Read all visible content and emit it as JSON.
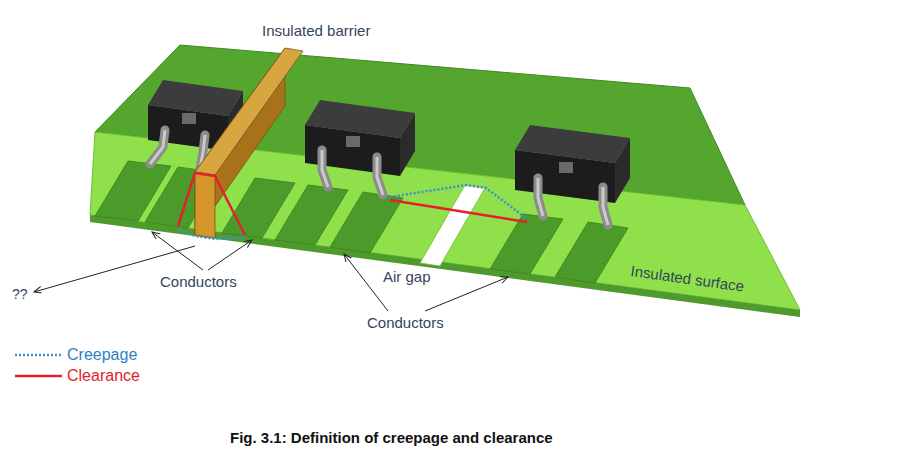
{
  "diagram": {
    "caption": "Fig. 3.1: Definition of creepage and clearance",
    "labels": [
      "Insulated barrier",
      "??",
      "Conductors",
      "Air gap",
      "Conductors",
      "Insulated surface"
    ],
    "legend": [
      {
        "text": "Creepage"
      },
      {
        "text": "Clearance"
      }
    ]
  }
}
